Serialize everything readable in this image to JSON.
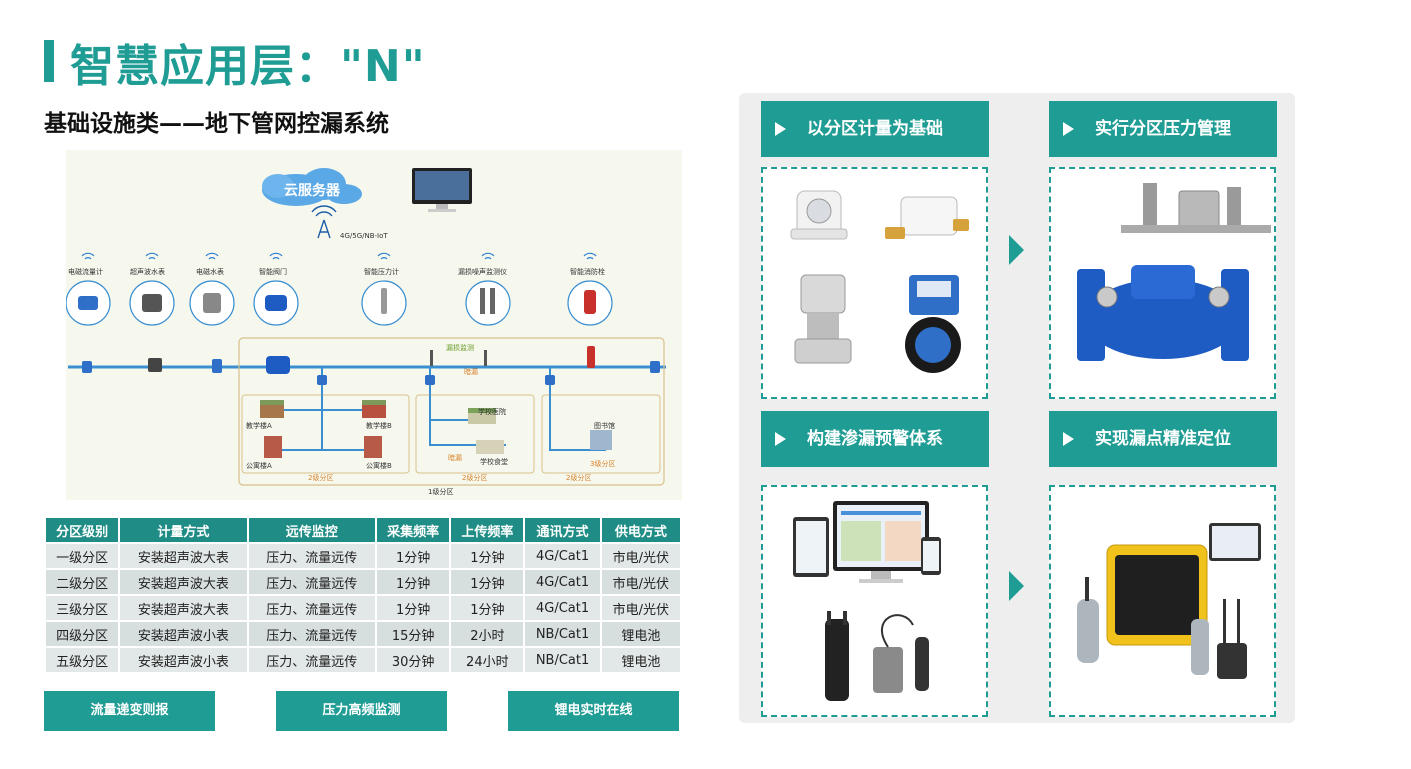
{
  "header": {
    "title": "智慧应用层：\"N\"",
    "subtitle": "基础设施类——地下管网控漏系统"
  },
  "diagram": {
    "cloud_label": "云服务器",
    "network_label": "4G/5G/NB-IoT",
    "devices": [
      "电磁流量计",
      "超声波水表",
      "电磁水表",
      "智能阀门",
      "智能压力计",
      "漏损噪声监测仪",
      "智能消防栓"
    ],
    "leak_monitor_label": "漏损监测",
    "leak_labels": [
      "暗漏",
      "暗漏"
    ],
    "buildings": [
      "教学楼A",
      "教学楼B",
      "公寓楼A",
      "公寓楼B",
      "学校医院",
      "学校食堂",
      "图书馆"
    ],
    "zones": [
      "2级分区",
      "2级分区",
      "2级分区",
      "3级分区",
      "1级分区"
    ]
  },
  "table": {
    "headers": [
      "分区级别",
      "计量方式",
      "远传监控",
      "采集频率",
      "上传频率",
      "通讯方式",
      "供电方式"
    ],
    "rows": [
      [
        "一级分区",
        "安装超声波大表",
        "压力、流量远传",
        "1分钟",
        "1分钟",
        "4G/Cat1",
        "市电/光伏"
      ],
      [
        "二级分区",
        "安装超声波大表",
        "压力、流量远传",
        "1分钟",
        "1分钟",
        "4G/Cat1",
        "市电/光伏"
      ],
      [
        "三级分区",
        "安装超声波大表",
        "压力、流量远传",
        "1分钟",
        "1分钟",
        "4G/Cat1",
        "市电/光伏"
      ],
      [
        "四级分区",
        "安装超声波小表",
        "压力、流量远传",
        "15分钟",
        "2小时",
        "NB/Cat1",
        "锂电池"
      ],
      [
        "五级分区",
        "安装超声波小表",
        "压力、流量远传",
        "30分钟",
        "24小时",
        "NB/Cat1",
        "锂电池"
      ]
    ]
  },
  "buttons": [
    "流量递变则报",
    "压力高频监测",
    "锂电实时在线"
  ],
  "panel": {
    "sections": [
      "以分区计量为基础",
      "实行分区压力管理",
      "构建渗漏预警体系",
      "实现漏点精准定位"
    ]
  },
  "colors": {
    "accent": "#1f9c94",
    "header_dark": "#1f8c85",
    "pipe": "#3a8fd0",
    "valve_blue": "#1e5cc4"
  }
}
